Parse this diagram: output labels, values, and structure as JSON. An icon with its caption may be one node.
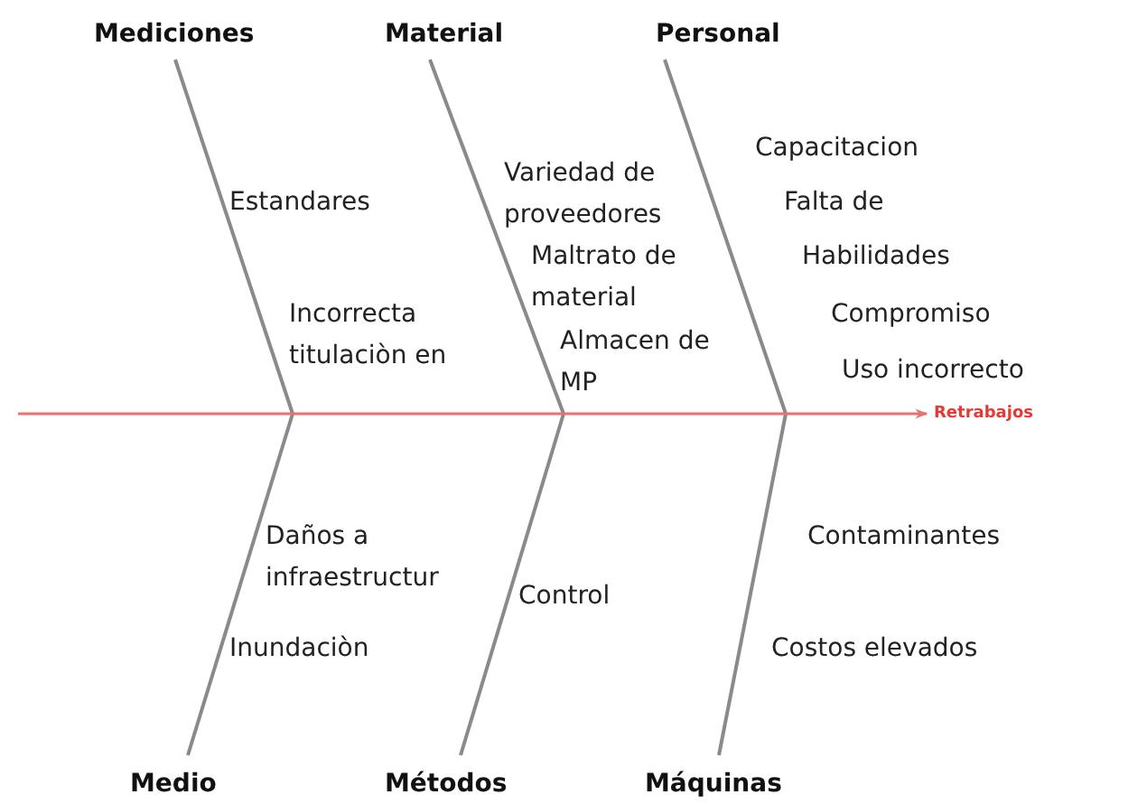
{
  "diagram": {
    "nodes": [
      {
        "text": [
          "Mediciones"
        ]
      },
      {
        "text": [
          "Material"
        ]
      },
      {
        "text": [
          "Personal"
        ]
      },
      {
        "text": [
          "Medio"
        ]
      },
      {
        "text": [
          "Métodos"
        ]
      },
      {
        "text": [
          "Máquinas"
        ]
      },
      {
        "text": [
          "Retrabajos"
        ]
      }
    ],
    "edges": [
      {
        "from": 0,
        "to": null,
        "arrow": "none"
      },
      {
        "from": 1,
        "to": null,
        "arrow": "none"
      },
      {
        "from": 2,
        "to": null,
        "arrow": "none"
      },
      {
        "from": 3,
        "to": null,
        "arrow": "none"
      },
      {
        "from": 4,
        "to": null,
        "arrow": "none"
      },
      {
        "from": 5,
        "to": null,
        "arrow": "none"
      },
      {
        "from": null,
        "to": 6,
        "arrow": "to",
        "color": "#e57373"
      }
    ],
    "labels": [
      "Estandares",
      "Incorrecta titulaciòn en",
      "Variedad de proveedores",
      "Maltrato de material",
      "Almacen de MP",
      "Capacitacion",
      "Falta de",
      "Habilidades",
      "Compromiso",
      "Uso incorrecto",
      "Daños a infraestructur",
      "Inundaciòn",
      "Control",
      "Contaminantes",
      "Costos elevados"
    ]
  }
}
